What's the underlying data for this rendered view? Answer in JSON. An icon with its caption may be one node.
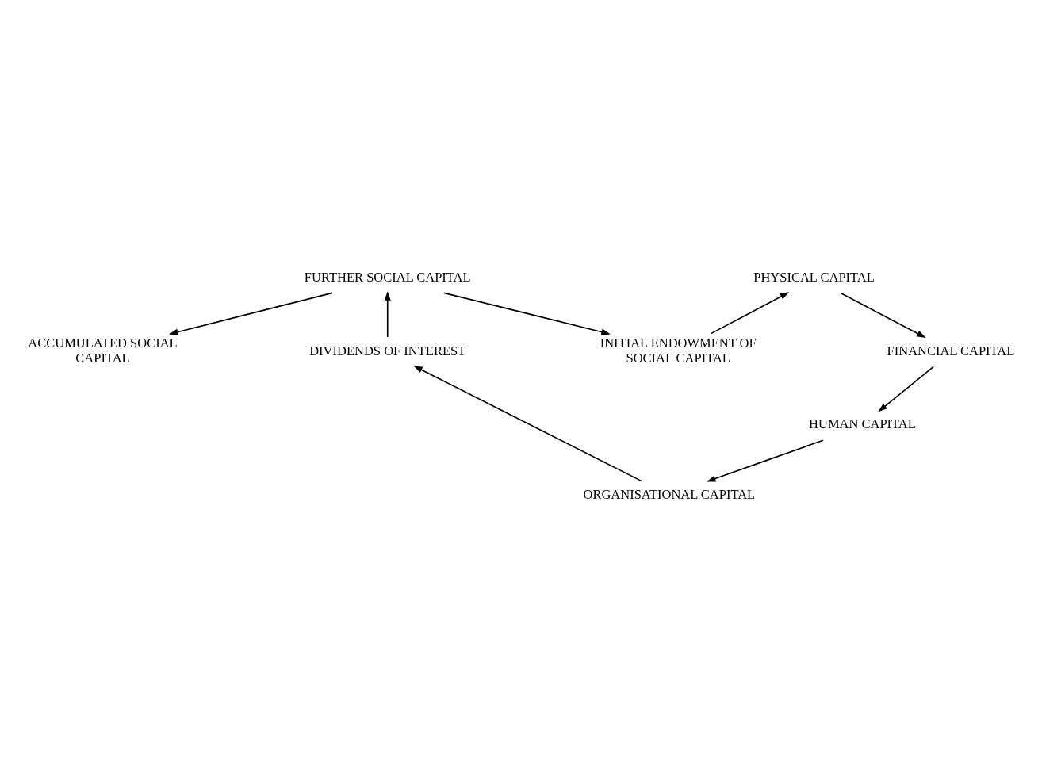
{
  "diagram": {
    "nodes": [
      {
        "text": [
          "ACCUMULATED SOCIAL CAPITAL"
        ]
      },
      {
        "text": [
          "INITIAL ENDOWMENT OF SOCIAL CAPITAL"
        ]
      },
      {
        "text": [
          "FURTHER SOCIAL CAPITAL"
        ]
      },
      {
        "text": [
          "PHYSICAL CAPITAL"
        ]
      },
      {
        "text": [
          "DIVIDENDS OF INTEREST"
        ]
      },
      {
        "text": [
          "FINANCIAL CAPITAL"
        ]
      },
      {
        "text": [
          "HUMAN CAPITAL"
        ]
      },
      {
        "text": [
          "ORGANISATIONAL CAPITAL"
        ]
      }
    ],
    "edges": [
      {
        "from": 1,
        "to": 3,
        "arrow": "to"
      },
      {
        "from": 3,
        "to": 5,
        "arrow": "to"
      },
      {
        "from": 5,
        "to": 6,
        "arrow": "to"
      },
      {
        "from": 6,
        "to": 7,
        "arrow": "to"
      },
      {
        "from": 7,
        "to": 4,
        "arrow": "to"
      },
      {
        "from": 4,
        "to": 2,
        "arrow": "to"
      },
      {
        "from": 2,
        "to": 0,
        "arrow": "to"
      },
      {
        "from": 2,
        "to": 1,
        "arrow": "to"
      }
    ]
  }
}
